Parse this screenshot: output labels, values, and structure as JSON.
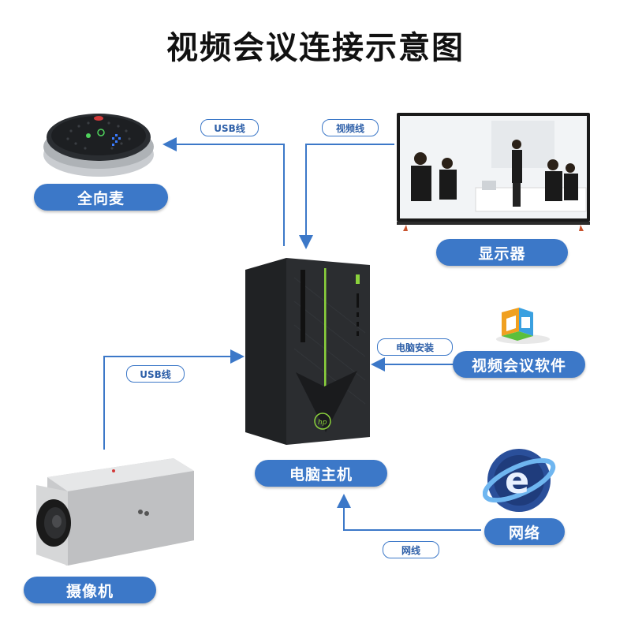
{
  "title": "视频会议连接示意图",
  "nodes": {
    "microphone": "全向麦",
    "display": "显示器",
    "computer": "电脑主机",
    "software": "视频会议软件",
    "camera": "摄像机",
    "network": "网络"
  },
  "connections": {
    "mic_usb": "USB线",
    "display_video": "视频线",
    "software_install": "电脑安装",
    "camera_usb": "USB线",
    "network_cable": "网线"
  },
  "colors": {
    "accent": "#3c78c8",
    "line": "#3c78c8",
    "hp_glow": "#8bd23c"
  },
  "icons": [
    "omnidirectional-mic-icon",
    "monitor-icon",
    "pc-tower-icon",
    "software-logo-icon",
    "ie-globe-icon",
    "camera-icon"
  ]
}
